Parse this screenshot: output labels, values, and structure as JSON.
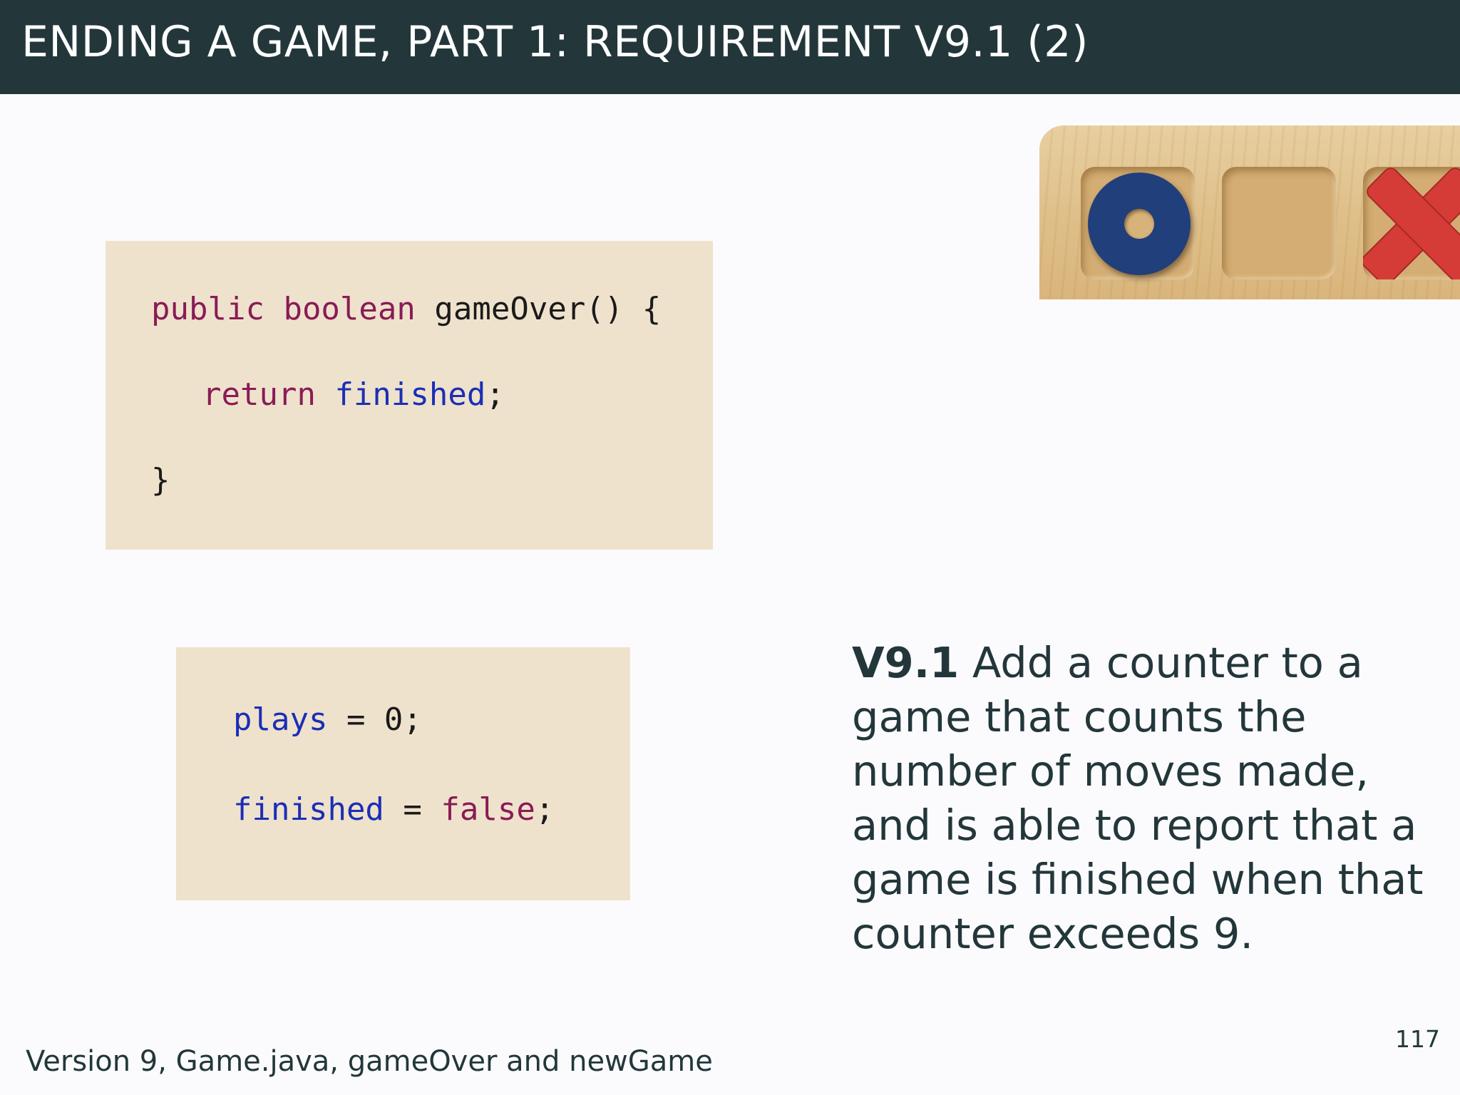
{
  "slide": {
    "title": "ENDING A GAME, PART 1: REQUIREMENT V9.1 (2)",
    "page_number": "117",
    "footer_caption": "Version 9, Game.java, gameOver and newGame"
  },
  "code_block_1": {
    "line1": {
      "kw_public": "public",
      "kw_boolean": "boolean",
      "method": "gameOver() {"
    },
    "line2": {
      "kw_return": "return",
      "var_finished": "finished",
      "semicolon": ";"
    },
    "line3": {
      "brace": "}"
    }
  },
  "code_block_2": {
    "line1": {
      "var_plays": "plays",
      "assign": " = 0;"
    },
    "line2": {
      "var_finished": "finished",
      "assign": " = ",
      "kw_false": "false",
      "semicolon": ";"
    }
  },
  "requirement": {
    "id": "V9.1",
    "text": "Add a counter to a game that counts the number of moves made, and is able to report that a game is finished when that counter exceeds 9."
  },
  "image": {
    "description_icon": "tic-tac-toe-board-icon",
    "colors": {
      "o_piece": "#213f7a",
      "x_piece": "#d63c37",
      "wood": "#dfc08a"
    }
  },
  "colors": {
    "title_bar": "#23373b",
    "code_background": "#efe2cc",
    "keyword": "#8a1b56",
    "variable": "#1b2fb5",
    "text": "#23373b"
  }
}
